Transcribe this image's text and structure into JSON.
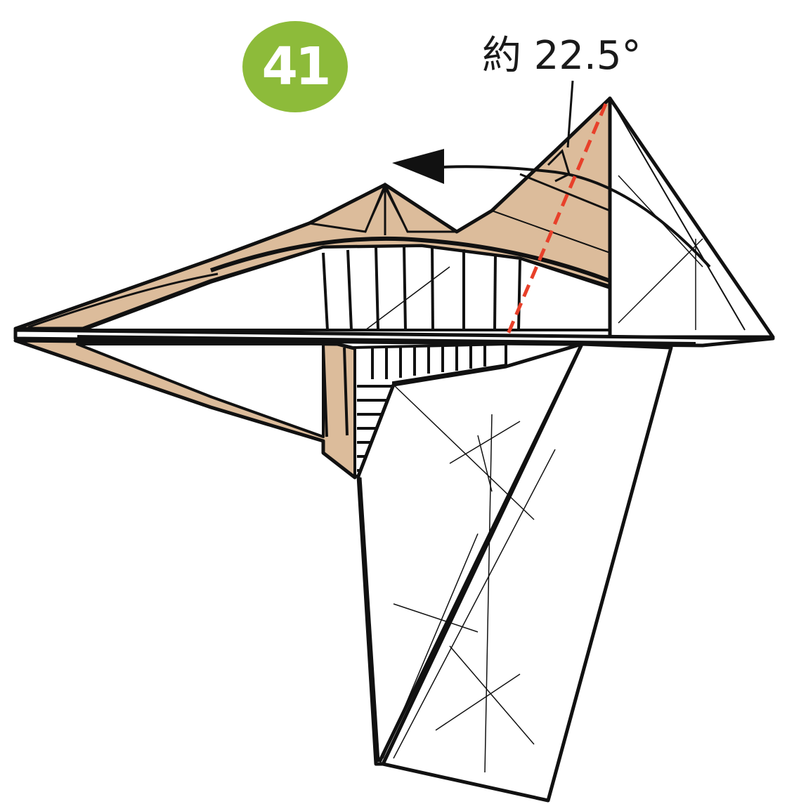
{
  "step": {
    "number": "41"
  },
  "annotation": {
    "angle_text": "約 22.5°"
  },
  "colors": {
    "badge": "#8dbb3a",
    "paper_colored": "#dcbc9b",
    "paper_white": "#ffffff",
    "line": "#111111",
    "fold_guide": "#e8402a"
  },
  "icons": {
    "fold_arrow": "curved-arrow-left-icon",
    "fold_line": "dashed-valley-fold-line"
  }
}
